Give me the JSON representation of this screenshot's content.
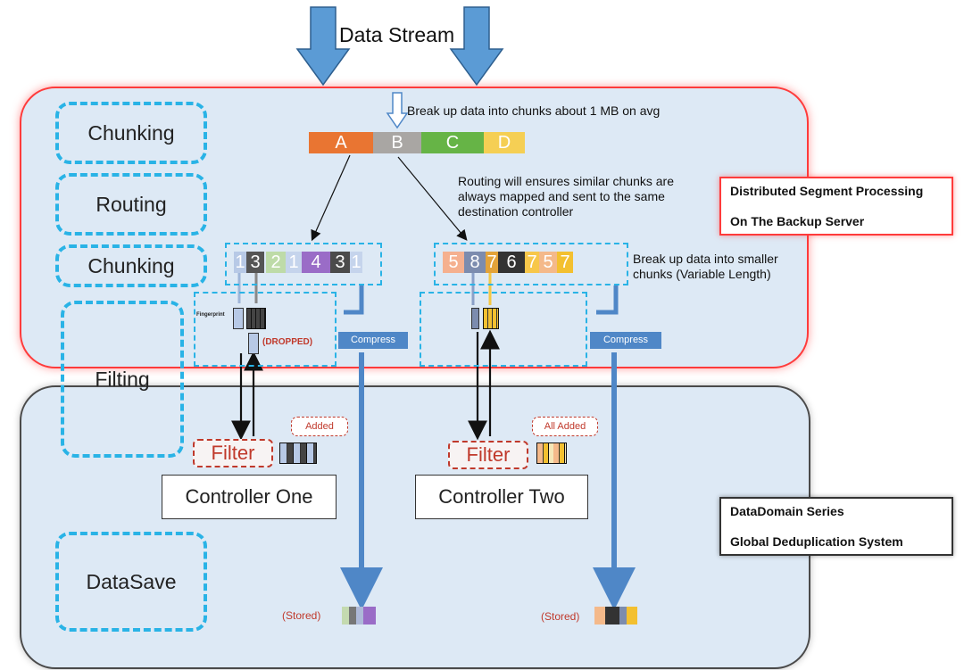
{
  "title": "Data Stream",
  "stages": {
    "chunking1": "Chunking",
    "routing": "Routing",
    "chunking2": "Chunking",
    "filting": "Filting",
    "datasave": "DataSave"
  },
  "notes": {
    "break_up_1mb": "Break up data into chunks about 1 MB on avg",
    "routing_line1": "Routing will ensures similar chunks are",
    "routing_line2": "always mapped and sent to the same",
    "routing_line3": "destination controller",
    "smaller_line1": "Break up data into smaller",
    "smaller_line2": "chunks (Variable Length)",
    "fingerprint": "Fingerprint",
    "dropped": "(DROPPED)",
    "added": "Added",
    "all_added": "All Added",
    "stored_left": "(Stored)",
    "stored_right": "(Stored)"
  },
  "blocks": [
    "A",
    "B",
    "C",
    "D"
  ],
  "left_chunks": [
    "1",
    "3",
    "2",
    "1",
    "4",
    "3",
    "1"
  ],
  "right_chunks": [
    "5",
    "8",
    "7",
    "6",
    "7",
    "5",
    "7"
  ],
  "compress_label": "Compress",
  "filter_label": "Filter",
  "controllers": [
    "Controller One",
    "Controller Two"
  ],
  "info_top": {
    "line1": "Distributed Segment Processing",
    "line2": "On The Backup Server"
  },
  "info_bottom": {
    "line1": "DataDomain Series",
    "line2": "Global Deduplication System"
  },
  "colors": {
    "accent_blue": "#4f87c7",
    "stage_border": "#29b3e6",
    "top_panel_border": "#ff3b3b",
    "filter_red": "#c0392b"
  }
}
